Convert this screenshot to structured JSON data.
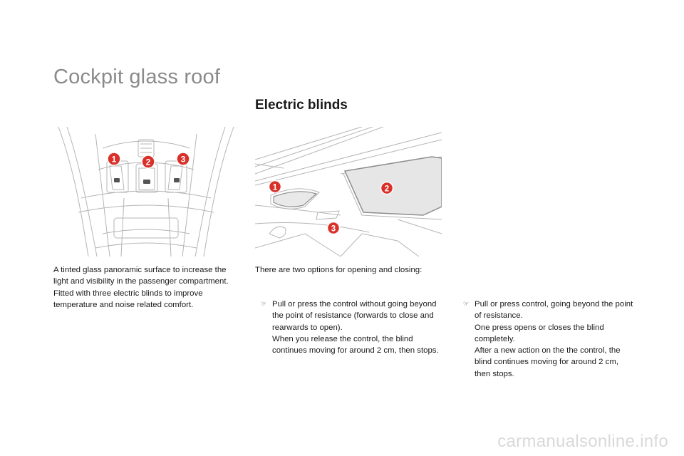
{
  "page": {
    "title": "Cockpit glass roof",
    "section_heading": "Electric blinds"
  },
  "figures": {
    "left": {
      "markers": [
        "1",
        "2",
        "3"
      ]
    },
    "right": {
      "markers": [
        "1",
        "2",
        "3"
      ]
    },
    "marker_color": "#d9302a",
    "line_color": "#b5b5b5"
  },
  "intro": {
    "line1": "A tinted glass panoramic surface to increase the light and visibility in the passenger compartment.",
    "line2": "Fitted with three electric blinds to improve temperature and noise related comfort."
  },
  "options": {
    "intro": "There are two options for opening and closing:",
    "bullet_icon": "hand-pointer-icon",
    "bullet_mark": "☞",
    "items": [
      {
        "line1": "Pull or press the control without going beyond the point of resistance (forwards to close and rearwards to open).",
        "line2": "When you release the control, the blind continues moving for around 2 cm, then stops."
      },
      {
        "line1": "Pull or press control, going beyond the point of resistance.",
        "line2": "One press opens or closes the blind completely.",
        "line3": "After a new action on the the control, the blind continues moving for around 2 cm, then stops."
      }
    ]
  },
  "watermark": "carmanualsonline.info"
}
